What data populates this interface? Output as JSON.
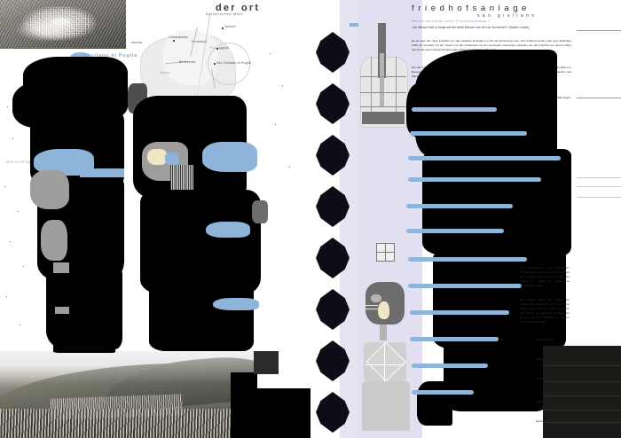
{
  "board": {
    "type": "architecture-presentation-board",
    "sheet_count": 2,
    "background_color": "#ffffff"
  },
  "palette": {
    "ink_black": "#000000",
    "blue_accent": "#8fb4d9",
    "lavender_panel": "#e2dff0",
    "gray_mass": "#9d9d9d",
    "dark_gray": "#4e4e4e",
    "paper": "#ffffff"
  },
  "left_panel": {
    "title": "der ort",
    "aerial_photo": {
      "name": "aerial-view-hilltop-town",
      "caption": "Giuliano di Puglia"
    },
    "region_map": {
      "name": "regional-context-map",
      "labels": [
        "Adriatisches Meer",
        "Termoli",
        "Larino",
        "San Giuliano di Puglia",
        "Campobasso",
        "Isernia",
        "Frosinone",
        "Benevento",
        "Foggia",
        "Molise"
      ]
    },
    "molise_label": "Molise/Puglia",
    "panorama": {
      "name": "landscape-panorama-photo",
      "caption": ""
    }
  },
  "right_panel": {
    "title": "friedhofsanlage",
    "subtitle": "san giuliano",
    "sub_line": "Warum uberhaupt einen Friedhofsneubau ?",
    "quote": "„Der Mensch lebt so lange wie der letzte Mensch, der sich an ihn erinnert.“ (Rainer Gunter)",
    "paragraphs": [
      "Es ist auch der neue Friedhof von San Giuliano di Puglia um Ort der Erinnerung sein. Der Friedhof wurde nach dem Erdbeben 2002 als zentraler Ort der Trauer und des Gedenkens fur die Gemeinde notwendig, nachdem der alte Friedhof am oberen Rand des Dorfes durch die Erschutterungen schwer beschadigt worden war.",
      "Der alte Friedhof von San Giuliano liegt am nordlichen Ortsrand oberhalb des Tales. Der gesamte Hang wurde durch das Beben in Bewegung gesetzt, so dass eine Sanierung der bestehenden Anlage nicht mehr moglich erschien. Die Grabfelder, Kapellen und Mauerzuge wurden teilweise verschoben und abgesenkt.",
      "Die neue Anlage nimmt die Topographie des Hanges auf und gliedert sich in terrassierte Felder, die dem naturlichen Gefalle folgen. Zwischen den Feldern verlauft eine durchgehende Rampe, die alle Ebenen barrierefrei miteinander verbindet.",
      "Die Kapelle bildet den Auftakt der Anlage und offnet sich zum Tal hin. Ihre Wande aus ortlichem Kalkstein setzen den Bezug zur gebauten Tradition der Region fort und schaffen im Inneren einen Raum der Stille.",
      "Die Bepflanzung aus Zypressen, Olivenbaumen und Steineichen zeichnet die Wegefuhrung nach und gibt der Anlage im Laufe der Jahre ihre endgultige Gestalt."
    ],
    "section_drawing": {
      "name": "building-section-drawing"
    },
    "window_detail": {
      "name": "window-detail-drawing"
    },
    "figure_study": {
      "name": "figure-ground-study"
    },
    "star_diagram": {
      "name": "rotated-square-geometry-diagram"
    },
    "marginal_notes": [
      "Lageplan M 1:500",
      "Schnitt A-A M 1:200",
      "Grundriss Kapelle",
      "Detail Fassade M 1:20",
      "Materialitat"
    ]
  }
}
